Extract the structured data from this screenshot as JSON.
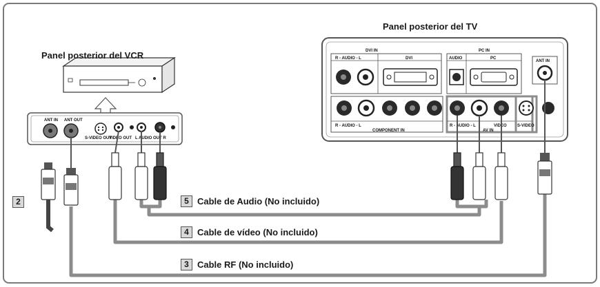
{
  "titles": {
    "tv": "Panel posterior del TV",
    "vcr": "Panel posterior del VCR"
  },
  "tv_panel": {
    "dvi_in": "DVI IN",
    "dvi": "DVI",
    "dvi_audio": "R - AUDIO - L",
    "pc_in": "PC IN",
    "pc_audio": "AUDIO",
    "pc": "PC",
    "ant_in": "ANT IN",
    "component_audio": "R - AUDIO - L",
    "component_in": "COMPONENT IN",
    "av_audio": "R - AUDIO - L",
    "av_in": "AV IN",
    "video": "VIDEO",
    "s_video": "S-VIDEO"
  },
  "vcr_panel": {
    "ant_in": "ANT IN",
    "ant_out": "ANT OUT",
    "s_video_out": "S-VIDEO OUT",
    "video_out": "VIDEO OUT",
    "audio_out": "L AUDIO OUT R"
  },
  "steps": [
    {
      "number": "2",
      "label": ""
    },
    {
      "number": "5",
      "label": "Cable de Audio (No incluido)"
    },
    {
      "number": "4",
      "label": "Cable de vídeo (No incluido)"
    },
    {
      "number": "3",
      "label": "Cable RF (No incluido)"
    }
  ],
  "colors": {
    "frame": "#7a7a7a",
    "cable": "#8c8c8c",
    "jack_dark": "#2a2a2a",
    "panel": "#ffffff"
  }
}
